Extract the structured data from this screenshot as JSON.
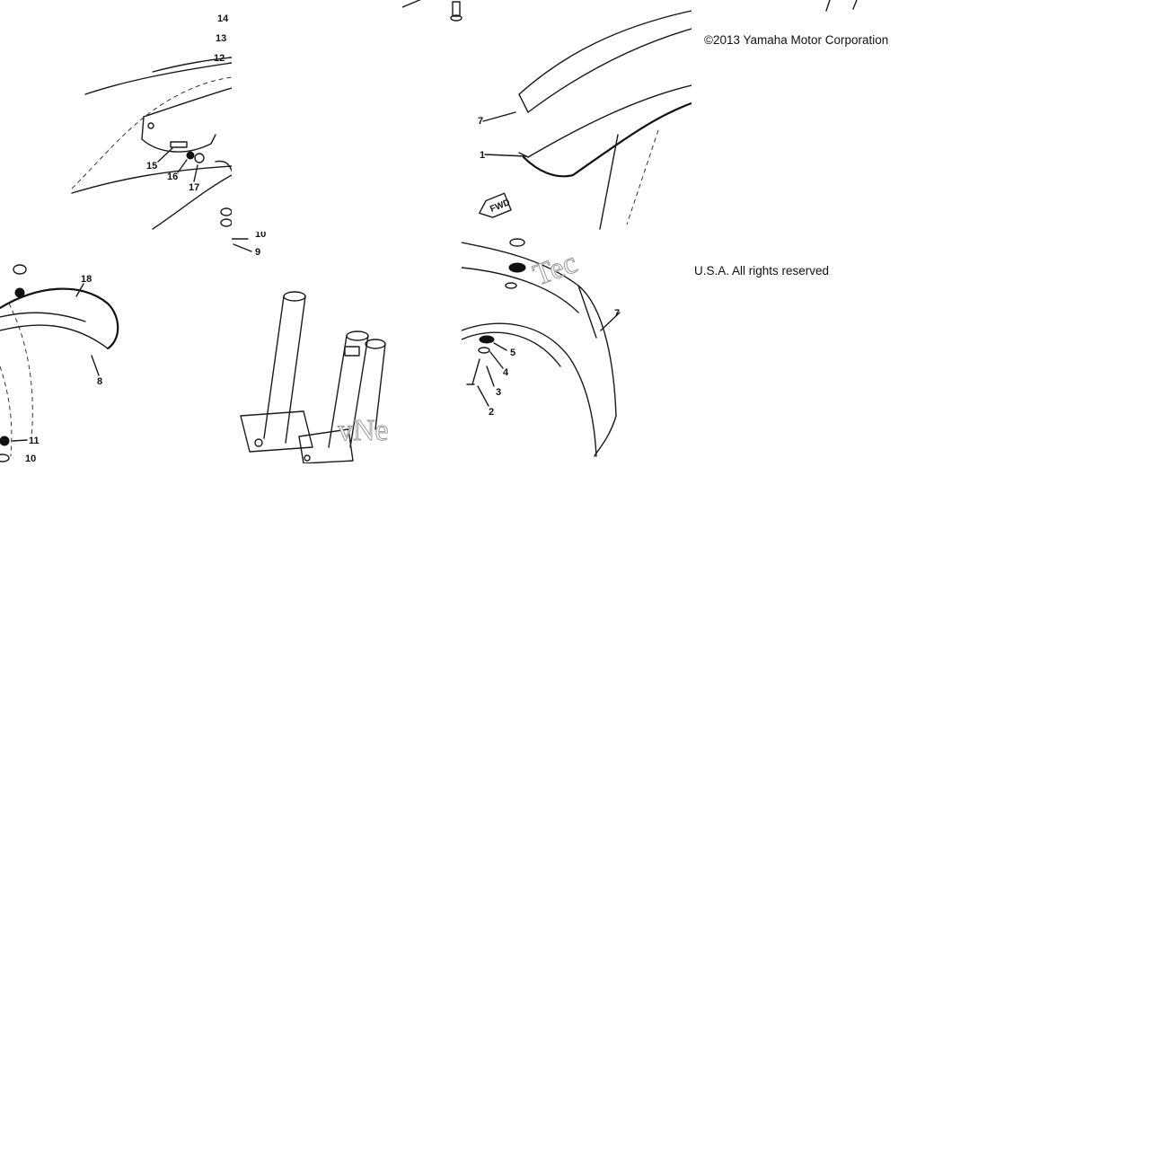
{
  "copyright": "©2013 Yamaha Motor Corporation",
  "rights": "U.S.A. All rights reserved",
  "watermark_a": "vNe",
  "watermark_b": "Tec",
  "fwd_tag": "FWD",
  "callouts_a": [
    "14",
    "13",
    "12",
    "15",
    "16",
    "17",
    "10",
    "9"
  ],
  "callouts_b": [
    "18",
    "8",
    "11",
    "10"
  ],
  "callouts_c": [
    "7",
    "1",
    "7",
    "5",
    "4",
    "3",
    "2"
  ]
}
